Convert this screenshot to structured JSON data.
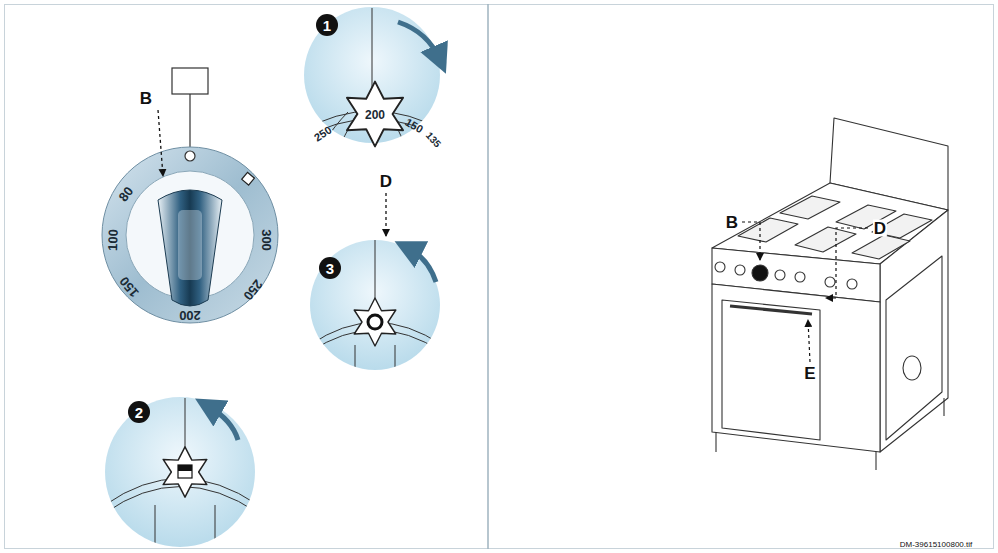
{
  "diagram": {
    "labels": [
      "B",
      "80",
      "100",
      "150",
      "200",
      "250",
      "300",
      "1",
      "250",
      "200",
      "150",
      "135",
      "D",
      "3",
      "2",
      "B",
      "D",
      "E",
      "DM-39615100800.tif"
    ]
  }
}
